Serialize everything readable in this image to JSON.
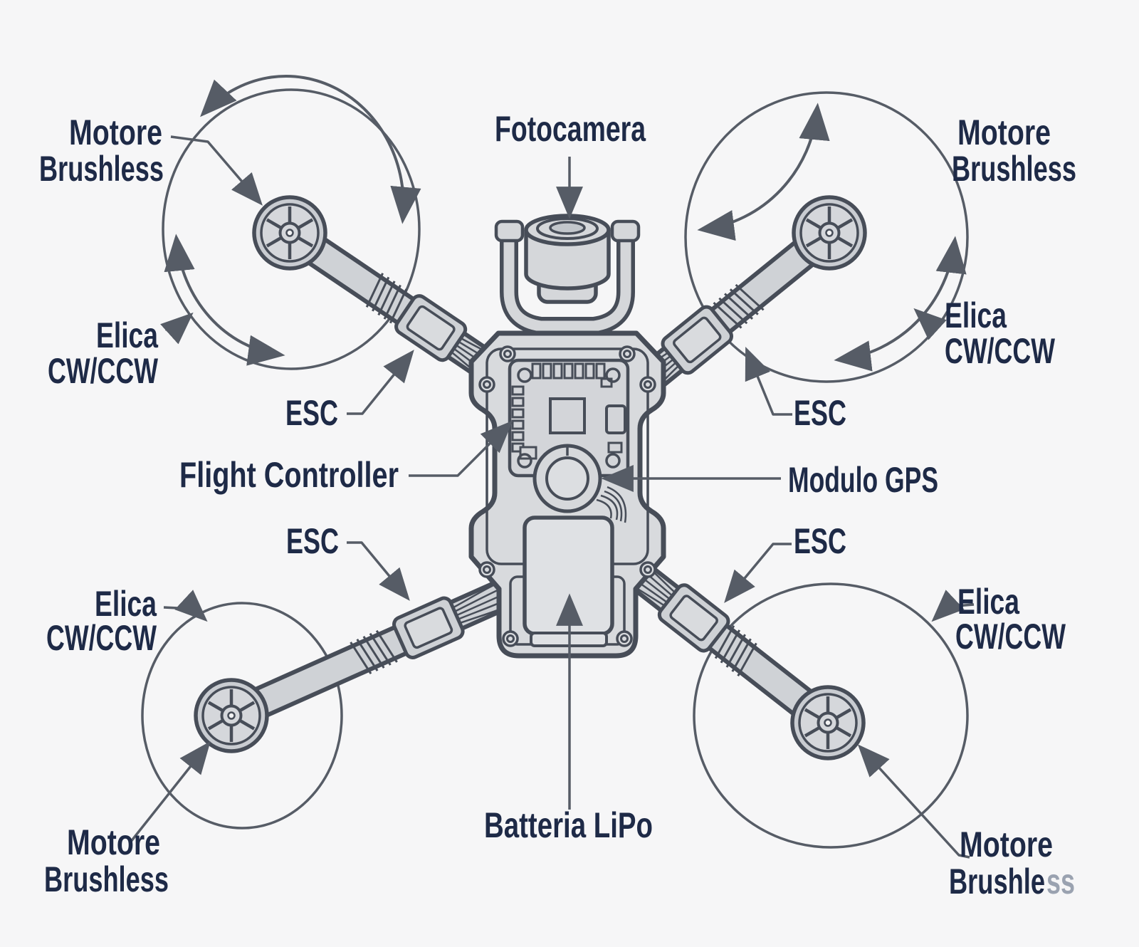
{
  "diagram": {
    "type": "drone-anatomy",
    "language": "Italian",
    "colors": {
      "background": "#f6f6f7",
      "label_text": "#1e2a47",
      "label_text_faded": "#9aa2b0",
      "outline": "#474d58",
      "leader_line": "#565c66",
      "body_fill": "#d8dadd",
      "panel_fill": "#d3d5d9"
    },
    "labels": {
      "camera": "Fotocamera",
      "motor_line1": "Motore",
      "motor_line2": "Brushless",
      "motor_line2_dark_part": "Brushle",
      "motor_line2_faded_part": "ss",
      "prop_line1": "Elica",
      "prop_line2": "CW/CCW",
      "esc": "ESC",
      "flight_controller": "Flight Controller",
      "gps": "Modulo GPS",
      "battery": "Batteria LiPo"
    },
    "callout_instances": [
      "motore-brushless-top-left",
      "elica-cw-ccw-top-left",
      "esc-top-left",
      "fotocamera-top-center",
      "motore-brushless-top-right",
      "elica-cw-ccw-top-right",
      "esc-top-right",
      "flight-controller-left",
      "modulo-gps-right",
      "esc-bottom-left",
      "esc-bottom-right",
      "elica-cw-ccw-bottom-left",
      "elica-cw-ccw-bottom-right",
      "motore-brushless-bottom-left",
      "motore-brushless-bottom-right",
      "batteria-lipo-bottom-center"
    ]
  }
}
